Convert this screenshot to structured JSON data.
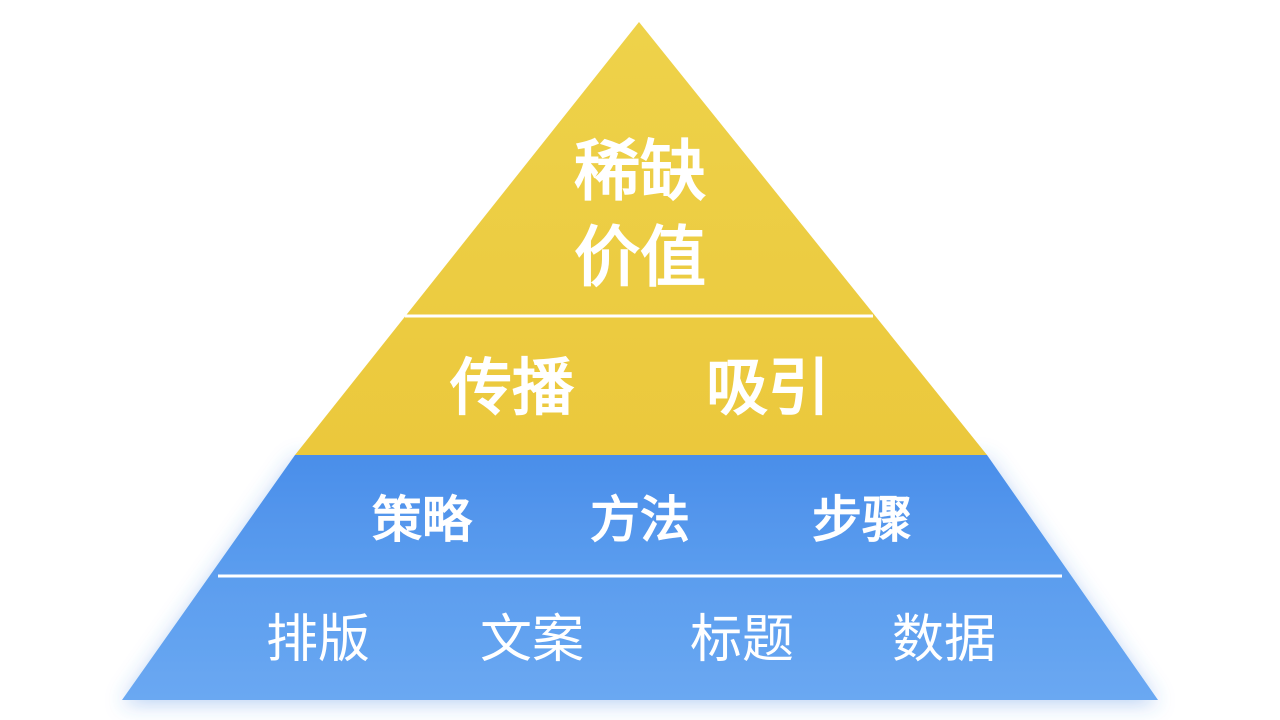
{
  "pyramid": {
    "tiers": [
      {
        "labels": [
          "稀缺",
          "价值"
        ],
        "color": "#ecce44"
      },
      {
        "labels": [
          "传播",
          "吸引"
        ],
        "color": "#ecc83e"
      },
      {
        "labels": [
          "策略",
          "方法",
          "步骤"
        ],
        "color": "#4e92ea"
      },
      {
        "labels": [
          "排版",
          "文案",
          "标题",
          "数据"
        ],
        "color": "#66a6f0"
      }
    ],
    "divider_color": "#ffffff"
  }
}
